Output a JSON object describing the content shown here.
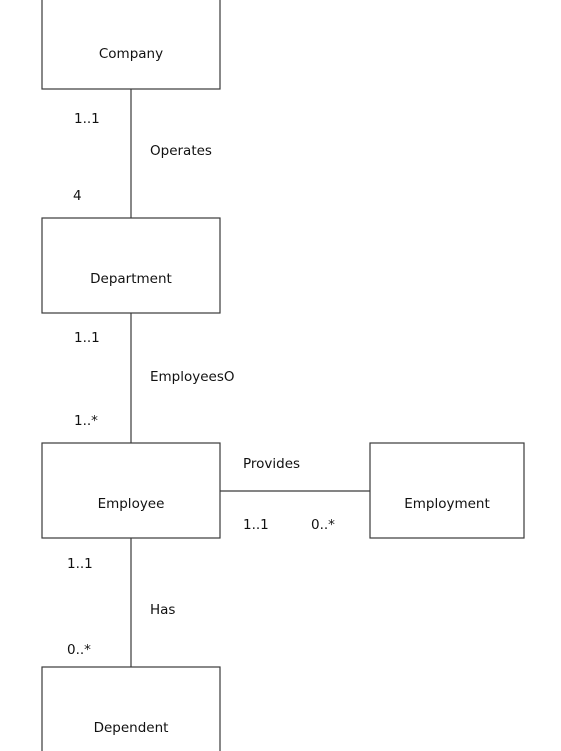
{
  "entities": {
    "company": "Company",
    "department": "Department",
    "employee": "Employee",
    "employment": "Employment",
    "dependent": "Dependent"
  },
  "relationships": {
    "operates": {
      "name": "Operates",
      "company_mult": "1..1",
      "department_mult": "4"
    },
    "employeeso": {
      "name": "EmployeesO",
      "department_mult": "1..1",
      "employee_mult": "1..*"
    },
    "provides": {
      "name": "Provides",
      "employee_mult": "1..1",
      "employment_mult": "0..*"
    },
    "has": {
      "name": "Has",
      "employee_mult": "1..1",
      "dependent_mult": "0..*"
    }
  },
  "colors": {
    "stroke": "#3a3a3a",
    "text": "#111111",
    "background": "#ffffff"
  }
}
